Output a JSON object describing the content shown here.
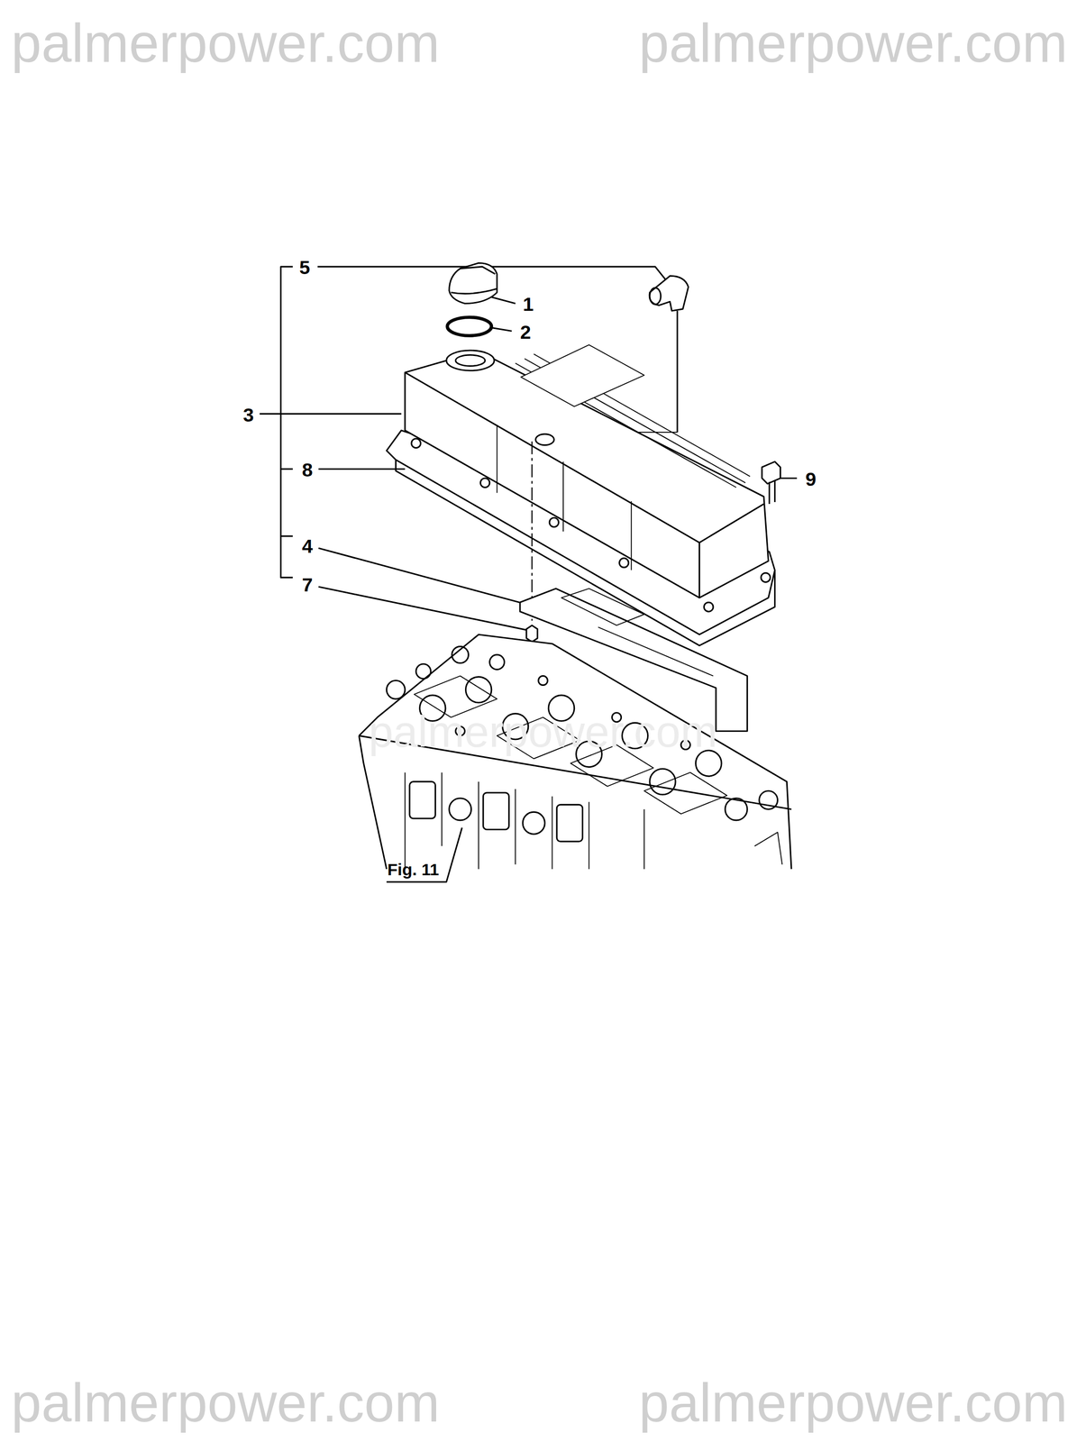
{
  "diagram": {
    "labels": [
      "palmerpower.com",
      "palmerpower.com",
      "5",
      "1",
      "2",
      "3",
      "8",
      "9",
      "4",
      "7",
      "Fig. 11",
      "palmerpower.com",
      "palmerpower.com",
      "palmerpower.com"
    ]
  }
}
